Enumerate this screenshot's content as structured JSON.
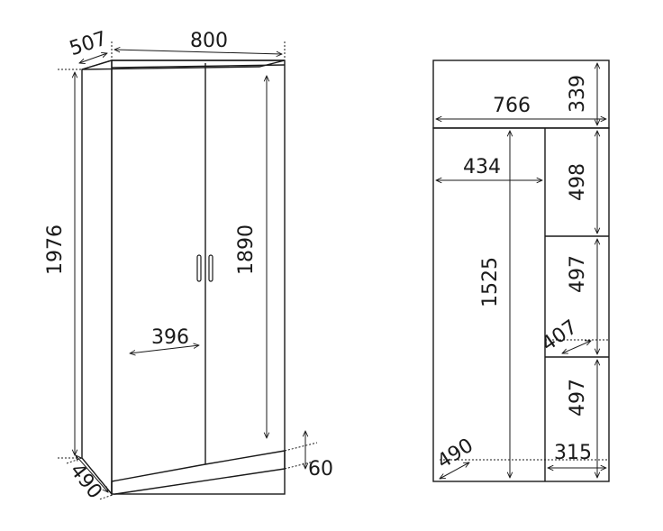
{
  "wardrobe_view": {
    "width": "800",
    "depth_top": "507",
    "height": "1976",
    "door_height": "1890",
    "door_width": "396",
    "plinth": "60",
    "depth_bottom": "490"
  },
  "interior_view": {
    "top_width": "766",
    "top_height": "339",
    "left_width": "434",
    "left_height": "1525",
    "shelf1_height": "498",
    "shelf2_height": "497",
    "shelf_depth": "407",
    "shelf3_height": "497",
    "bottom_depth": "490",
    "right_width": "315"
  }
}
